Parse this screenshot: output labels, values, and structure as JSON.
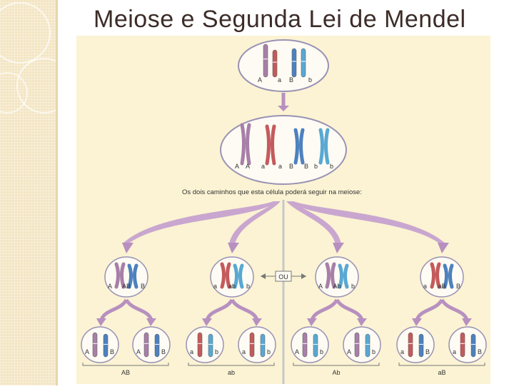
{
  "slide": {
    "title": "Meiose e Segunda Lei de Mendel"
  },
  "diagram": {
    "top_cell": {
      "alleles": [
        "A",
        "a",
        "B",
        "b"
      ]
    },
    "replicated_cell": {
      "alleles": [
        "A",
        "A",
        "a",
        "a",
        "B",
        "B",
        "b",
        "b"
      ]
    },
    "caption": "Os dois caminhos que esta célula poderá seguir na meiose:",
    "or_label": "OU",
    "first_division": [
      {
        "left": "A",
        "middle": "AB",
        "right": "B"
      },
      {
        "left": "a",
        "middle": "ab",
        "right": "b"
      },
      {
        "left": "A",
        "middle": "Ab",
        "right": "b"
      },
      {
        "left": "a",
        "middle": "aB",
        "right": "B"
      }
    ],
    "gametes": [
      {
        "allele_1": "A",
        "allele_2": "B"
      },
      {
        "allele_1": "A",
        "allele_2": "B"
      },
      {
        "allele_1": "a",
        "allele_2": "b"
      },
      {
        "allele_1": "a",
        "allele_2": "b"
      },
      {
        "allele_1": "A",
        "allele_2": "b"
      },
      {
        "allele_1": "A",
        "allele_2": "b"
      },
      {
        "allele_1": "a",
        "allele_2": "B"
      },
      {
        "allele_1": "a",
        "allele_2": "B"
      }
    ],
    "group_labels": [
      "AB",
      "ab",
      "Ab",
      "aB"
    ],
    "colors": {
      "panel": "#fbf3d3",
      "cell_fill": "#fdfbf3",
      "cell_stroke": "#9a92b4",
      "chrom_mauve": "#a77fa8",
      "chrom_red": "#c45a5c",
      "chrom_blue": "#4d81bf",
      "chrom_cyan": "#58a8d3",
      "arrow": "#b790c0",
      "divider": "#c7c7c7"
    }
  }
}
